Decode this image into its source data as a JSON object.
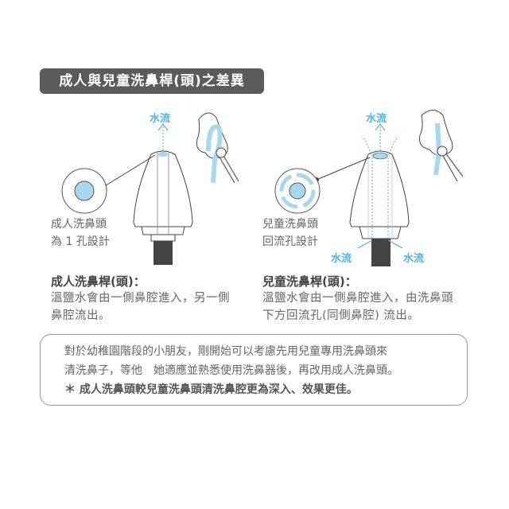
{
  "title": "成人與兒童洗鼻桿(頭)之差異",
  "adult": {
    "flow_label": "水流",
    "caption": [
      "成人洗鼻頭",
      "為 1 孔設計"
    ],
    "heading": "成人洗鼻桿(頭)：",
    "desc": [
      "溫鹽水會由一側鼻腔進入，另一側",
      "鼻腔流出。"
    ]
  },
  "child": {
    "flow_label_top": "水流",
    "flow_label_left": "水流",
    "flow_label_right": "水流",
    "caption": [
      "兒童洗鼻頭",
      "回流孔設計"
    ],
    "heading": "兒童洗鼻桿(頭)：",
    "desc": [
      "溫鹽水會由一側鼻腔進入，由洗鼻頭",
      "下方回流孔(同側鼻腔) 流出。"
    ]
  },
  "note": {
    "lines": [
      "對於幼稚園階段的小朋友，剛開始可以考慮先用兒童專用洗鼻頭來",
      "清洗鼻子，等他　她適應並熟悉使用洗鼻器後，再改用成人洗鼻頭。"
    ],
    "highlight": "＊ 成人洗鼻頭較兒童洗鼻頭清洗鼻腔更為深入、效果更佳。"
  },
  "colors": {
    "accent": "#4fb3e0",
    "badge": "#5b5b5d",
    "water": "#a8d8f0"
  }
}
